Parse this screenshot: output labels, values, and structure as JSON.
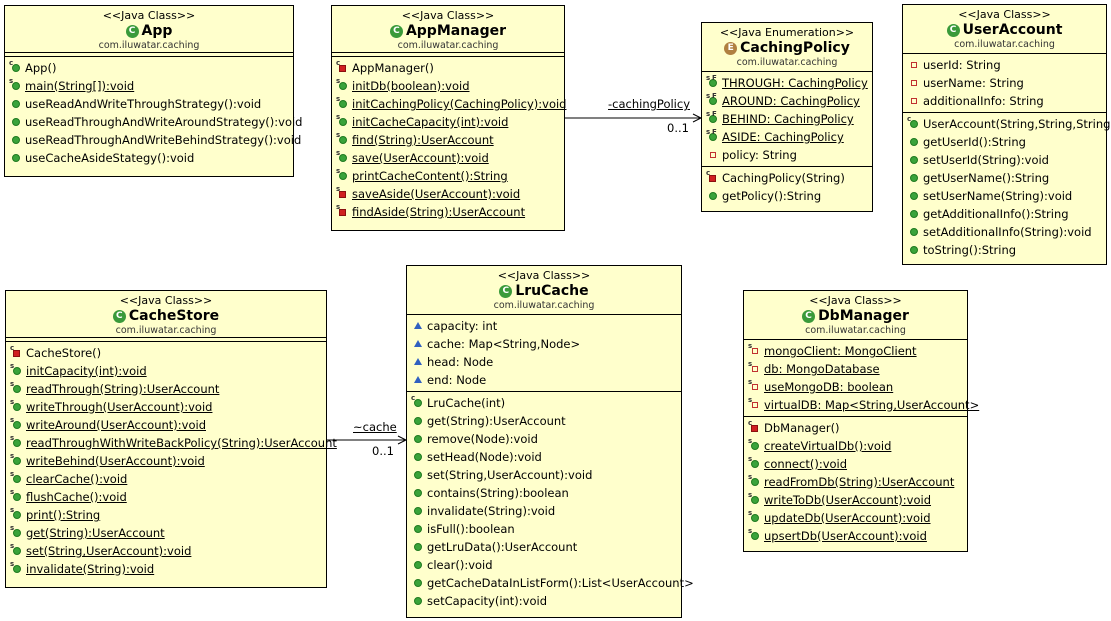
{
  "associations": {
    "cachingPolicy": {
      "name": "-cachingPolicy",
      "mult": "0..1"
    },
    "cache": {
      "name": "~cache",
      "mult": "0..1"
    }
  },
  "classes": {
    "app": {
      "stereotype": "<<Java Class>>",
      "name": "App",
      "package": "com.iluwatar.caching",
      "fields": [],
      "methods": [
        {
          "t": "App()",
          "m": "ctor",
          "u": false
        },
        {
          "t": "main(String[]):void",
          "m": "dot",
          "s": true,
          "u": true
        },
        {
          "t": "useReadAndWriteThroughStrategy():void",
          "m": "dot",
          "u": false
        },
        {
          "t": "useReadThroughAndWriteAroundStrategy():void",
          "m": "dot",
          "u": false
        },
        {
          "t": "useReadThroughAndWriteBehindStrategy():void",
          "m": "dot",
          "u": false
        },
        {
          "t": "useCacheAsideStategy():void",
          "m": "dot",
          "u": false
        }
      ]
    },
    "appManager": {
      "stereotype": "<<Java Class>>",
      "name": "AppManager",
      "package": "com.iluwatar.caching",
      "fields": [],
      "methods": [
        {
          "t": "AppManager()",
          "m": "ctorp",
          "u": false
        },
        {
          "t": "initDb(boolean):void",
          "m": "dot",
          "s": true,
          "u": true
        },
        {
          "t": "initCachingPolicy(CachingPolicy):void",
          "m": "dot",
          "s": true,
          "u": true
        },
        {
          "t": "initCacheCapacity(int):void",
          "m": "dot",
          "s": true,
          "u": true
        },
        {
          "t": "find(String):UserAccount",
          "m": "dot",
          "s": true,
          "u": true
        },
        {
          "t": "save(UserAccount):void",
          "m": "dot",
          "s": true,
          "u": true
        },
        {
          "t": "printCacheContent():String",
          "m": "dot",
          "s": true,
          "u": true
        },
        {
          "t": "saveAside(UserAccount):void",
          "m": "sq",
          "s": true,
          "u": true
        },
        {
          "t": "findAside(String):UserAccount",
          "m": "sq",
          "s": true,
          "u": true
        }
      ]
    },
    "cachingPolicy": {
      "stereotype": "<<Java Enumeration>>",
      "name": "CachingPolicy",
      "package": "com.iluwatar.caching",
      "fields": [
        {
          "t": "THROUGH: CachingPolicy",
          "m": "sf",
          "u": true
        },
        {
          "t": "AROUND: CachingPolicy",
          "m": "sf",
          "u": true
        },
        {
          "t": "BEHIND: CachingPolicy",
          "m": "sf",
          "u": true
        },
        {
          "t": "ASIDE: CachingPolicy",
          "m": "sf",
          "u": true
        },
        {
          "t": "policy: String",
          "m": "sqo",
          "u": false
        }
      ],
      "methods": [
        {
          "t": "CachingPolicy(String)",
          "m": "ctorp",
          "u": false
        },
        {
          "t": "getPolicy():String",
          "m": "dot",
          "u": false
        }
      ]
    },
    "userAccount": {
      "stereotype": "<<Java Class>>",
      "name": "UserAccount",
      "package": "com.iluwatar.caching",
      "fields": [
        {
          "t": "userId: String",
          "m": "sqo",
          "u": false
        },
        {
          "t": "userName: String",
          "m": "sqo",
          "u": false
        },
        {
          "t": "additionalInfo: String",
          "m": "sqo",
          "u": false
        }
      ],
      "methods": [
        {
          "t": "UserAccount(String,String,String)",
          "m": "ctor",
          "u": false
        },
        {
          "t": "getUserId():String",
          "m": "dot",
          "u": false
        },
        {
          "t": "setUserId(String):void",
          "m": "dot",
          "u": false
        },
        {
          "t": "getUserName():String",
          "m": "dot",
          "u": false
        },
        {
          "t": "setUserName(String):void",
          "m": "dot",
          "u": false
        },
        {
          "t": "getAdditionalInfo():String",
          "m": "dot",
          "u": false
        },
        {
          "t": "setAdditionalInfo(String):void",
          "m": "dot",
          "u": false
        },
        {
          "t": "toString():String",
          "m": "dot",
          "u": false
        }
      ]
    },
    "cacheStore": {
      "stereotype": "<<Java Class>>",
      "name": "CacheStore",
      "package": "com.iluwatar.caching",
      "fields": [],
      "methods": [
        {
          "t": "CacheStore()",
          "m": "ctorp",
          "u": false
        },
        {
          "t": "initCapacity(int):void",
          "m": "dot",
          "s": true,
          "u": true
        },
        {
          "t": "readThrough(String):UserAccount",
          "m": "dot",
          "s": true,
          "u": true
        },
        {
          "t": "writeThrough(UserAccount):void",
          "m": "dot",
          "s": true,
          "u": true
        },
        {
          "t": "writeAround(UserAccount):void",
          "m": "dot",
          "s": true,
          "u": true
        },
        {
          "t": "readThroughWithWriteBackPolicy(String):UserAccount",
          "m": "dot",
          "s": true,
          "u": true
        },
        {
          "t": "writeBehind(UserAccount):void",
          "m": "dot",
          "s": true,
          "u": true
        },
        {
          "t": "clearCache():void",
          "m": "dot",
          "s": true,
          "u": true
        },
        {
          "t": "flushCache():void",
          "m": "dot",
          "s": true,
          "u": true
        },
        {
          "t": "print():String",
          "m": "dot",
          "s": true,
          "u": true
        },
        {
          "t": "get(String):UserAccount",
          "m": "dot",
          "s": true,
          "u": true
        },
        {
          "t": "set(String,UserAccount):void",
          "m": "dot",
          "s": true,
          "u": true
        },
        {
          "t": "invalidate(String):void",
          "m": "dot",
          "s": true,
          "u": true
        }
      ]
    },
    "lruCache": {
      "stereotype": "<<Java Class>>",
      "name": "LruCache",
      "package": "com.iluwatar.caching",
      "fields": [
        {
          "t": "capacity: int",
          "m": "tri",
          "u": false
        },
        {
          "t": "cache: Map<String,Node>",
          "m": "tri",
          "u": false
        },
        {
          "t": "head: Node",
          "m": "tri",
          "u": false
        },
        {
          "t": "end: Node",
          "m": "tri",
          "u": false
        }
      ],
      "methods": [
        {
          "t": "LruCache(int)",
          "m": "ctor",
          "u": false
        },
        {
          "t": "get(String):UserAccount",
          "m": "dot",
          "u": false
        },
        {
          "t": "remove(Node):void",
          "m": "dot",
          "u": false
        },
        {
          "t": "setHead(Node):void",
          "m": "dot",
          "u": false
        },
        {
          "t": "set(String,UserAccount):void",
          "m": "dot",
          "u": false
        },
        {
          "t": "contains(String):boolean",
          "m": "dot",
          "u": false
        },
        {
          "t": "invalidate(String):void",
          "m": "dot",
          "u": false
        },
        {
          "t": "isFull():boolean",
          "m": "dot",
          "u": false
        },
        {
          "t": "getLruData():UserAccount",
          "m": "dot",
          "u": false
        },
        {
          "t": "clear():void",
          "m": "dot",
          "u": false
        },
        {
          "t": "getCacheDataInListForm():List<UserAccount>",
          "m": "dot",
          "u": false
        },
        {
          "t": "setCapacity(int):void",
          "m": "dot",
          "u": false
        }
      ]
    },
    "dbManager": {
      "stereotype": "<<Java Class>>",
      "name": "DbManager",
      "package": "com.iluwatar.caching",
      "fields": [
        {
          "t": "mongoClient: MongoClient",
          "m": "sqos",
          "u": true
        },
        {
          "t": "db: MongoDatabase",
          "m": "sqos",
          "u": true
        },
        {
          "t": "useMongoDB: boolean",
          "m": "sqos",
          "u": true
        },
        {
          "t": "virtualDB: Map<String,UserAccount>",
          "m": "sqos",
          "u": true
        }
      ],
      "methods": [
        {
          "t": "DbManager()",
          "m": "ctorp",
          "u": false
        },
        {
          "t": "createVirtualDb():void",
          "m": "dot",
          "s": true,
          "u": true
        },
        {
          "t": "connect():void",
          "m": "dot",
          "s": true,
          "u": true
        },
        {
          "t": "readFromDb(String):UserAccount",
          "m": "dot",
          "s": true,
          "u": true
        },
        {
          "t": "writeToDb(UserAccount):void",
          "m": "dot",
          "s": true,
          "u": true
        },
        {
          "t": "updateDb(UserAccount):void",
          "m": "dot",
          "s": true,
          "u": true
        },
        {
          "t": "upsertDb(UserAccount):void",
          "m": "dot",
          "s": true,
          "u": true
        }
      ]
    }
  }
}
